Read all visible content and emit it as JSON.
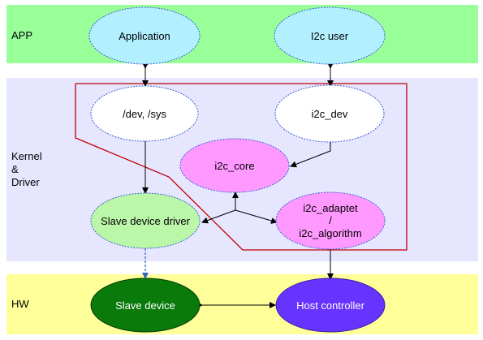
{
  "layers": {
    "app": "APP",
    "kernel": [
      "Kernel",
      "&",
      "Driver"
    ],
    "hw": "HW"
  },
  "nodes": {
    "application": "Application",
    "i2c_user": "I2c user",
    "dev_sys": "/dev, /sys",
    "i2c_dev": "i2c_dev",
    "i2c_core": "i2c_core",
    "i2c_adapter": [
      "i2c_adaptet",
      "/",
      "i2c_algorithm"
    ],
    "slave_driver": "Slave device driver",
    "slave_device": "Slave device",
    "host_controller": "Host controller"
  },
  "colors": {
    "app_band": "#99ff99",
    "kernel_band": "#e6e6ff",
    "hw_band": "#ffff99",
    "app_nodes": "#b3f0ff",
    "magenta_nodes": "#ff99ff",
    "slave_driver": "#bbf7a8",
    "slave_device": "#0a7a0a",
    "host_controller": "#6633ff",
    "boundary": "#c00000",
    "hw_link": "#3366cc"
  }
}
